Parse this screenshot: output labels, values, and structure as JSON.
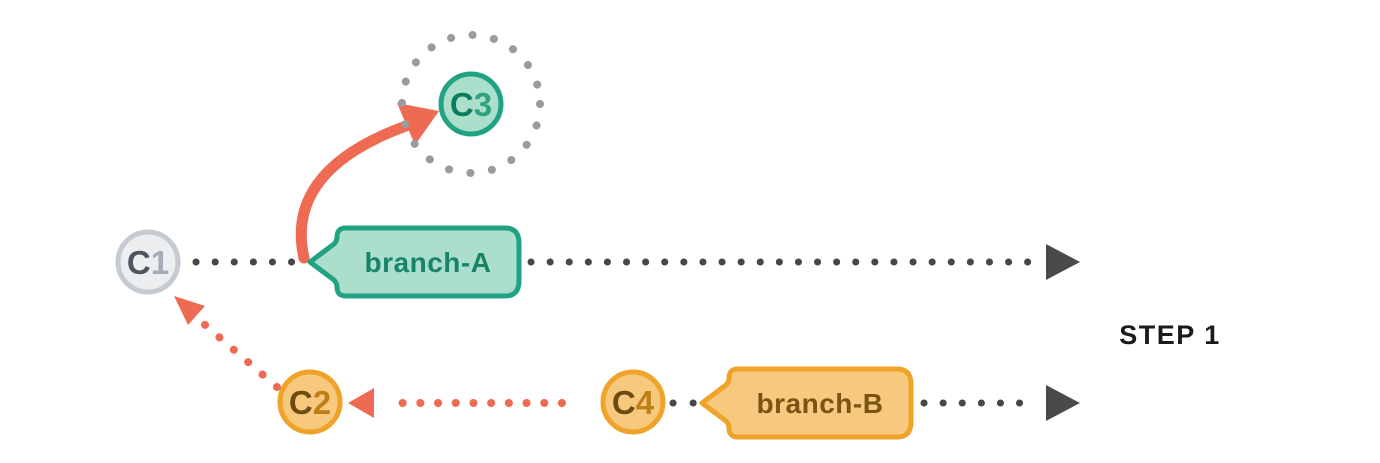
{
  "step": {
    "label": "STEP 1"
  },
  "commits": {
    "c1": {
      "prefix": "C",
      "digit": "1"
    },
    "c2": {
      "prefix": "C",
      "digit": "2"
    },
    "c3": {
      "prefix": "C",
      "digit": "3"
    },
    "c4": {
      "prefix": "C",
      "digit": "4"
    }
  },
  "branches": {
    "a": {
      "label": "branch-A"
    },
    "b": {
      "label": "branch-B"
    }
  },
  "colors": {
    "background": "#FFFFFF",
    "timeline_dot": "#474747",
    "arrowhead_gray": "#4A4A4A",
    "ring_dot": "#9B9B9B",
    "arrow_red": "#EE6A52",
    "teal_border": "#21A283",
    "teal_fill": "#ABDFCB",
    "teal_label_text": "#17846A",
    "teal_letter_dark": "#0D7B5F",
    "teal_letter_light": "#2EA183",
    "orange_border": "#EFA328",
    "orange_fill": "#F6C97E",
    "orange_label_text": "#7A5413",
    "orange_letter_dark": "#6E4C10",
    "orange_letter_light": "#C07F16",
    "gray_border": "#C6CBD1",
    "gray_fill": "#EDEEF0",
    "gray_letter_dark": "#4E5660",
    "gray_letter_light": "#A4ACB5",
    "step_text": "#1B1B1B"
  }
}
